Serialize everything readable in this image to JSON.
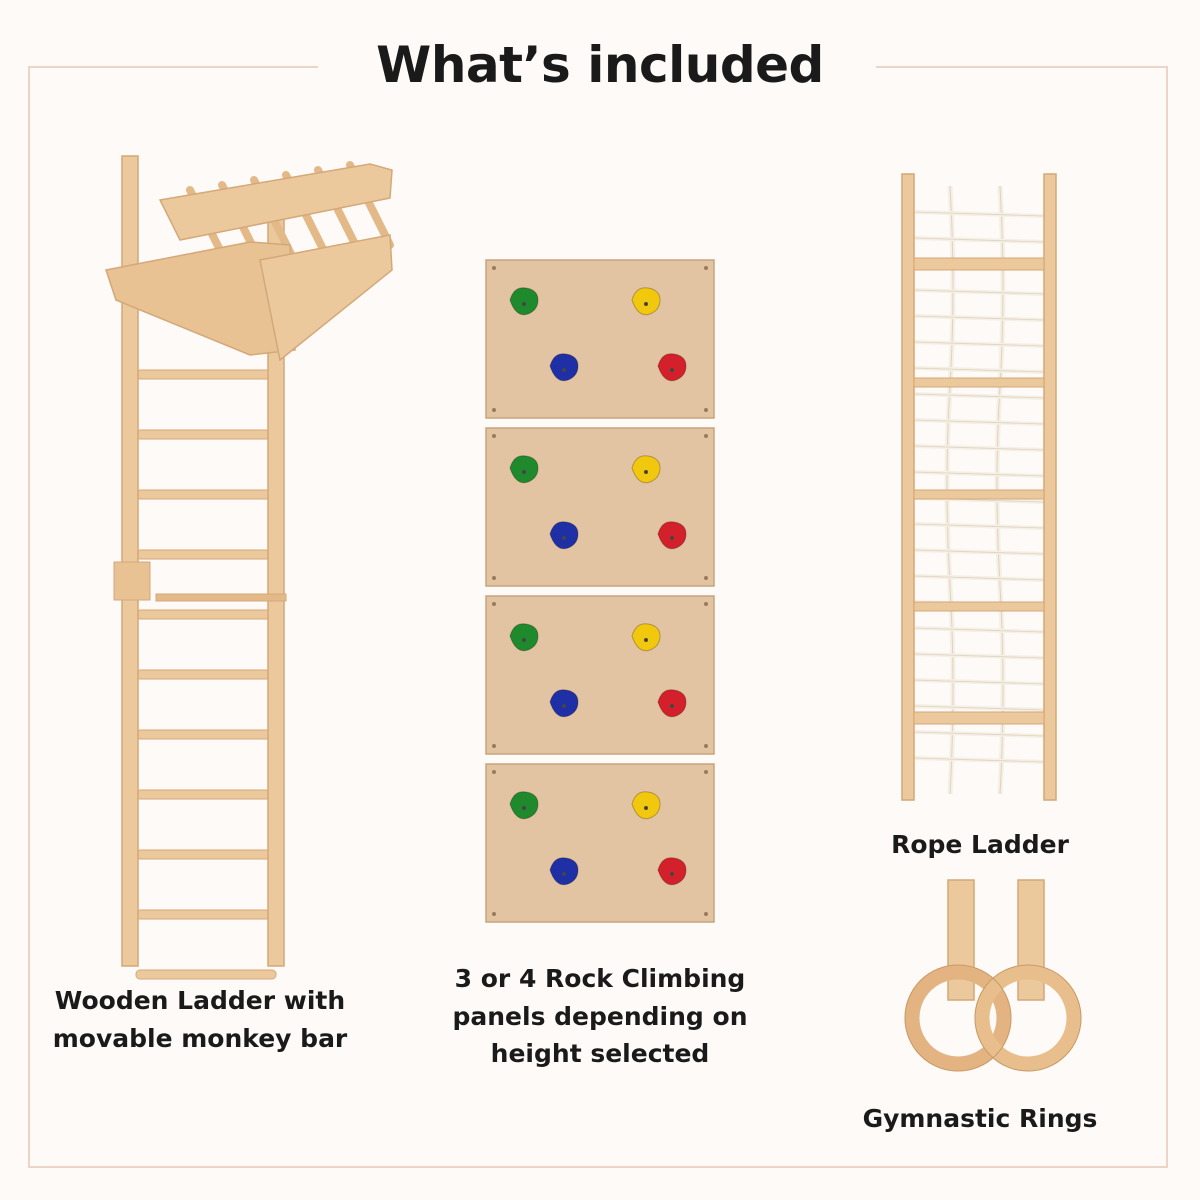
{
  "title": "What’s included",
  "items": [
    {
      "caption_line1": "Wooden Ladder with",
      "caption_line2": "movable monkey bar"
    },
    {
      "caption_line1": "3 or 4 Rock Climbing",
      "caption_line2": "panels depending on",
      "caption_line3": "height selected"
    },
    {
      "caption_line1": "Rope Ladder"
    },
    {
      "caption_line1": "Gymnastic Rings"
    }
  ],
  "colors": {
    "background": "#fdfaf7",
    "frame": "#ecd5c6",
    "wood": "#ecc99c",
    "wood_dark": "#d4a878",
    "plywood": "#e2c3a2",
    "rope": "#faf6ef",
    "hold_green": "#1e8a2b",
    "hold_yellow": "#f2c80f",
    "hold_blue": "#1f2fa6",
    "hold_red": "#d4202a"
  }
}
